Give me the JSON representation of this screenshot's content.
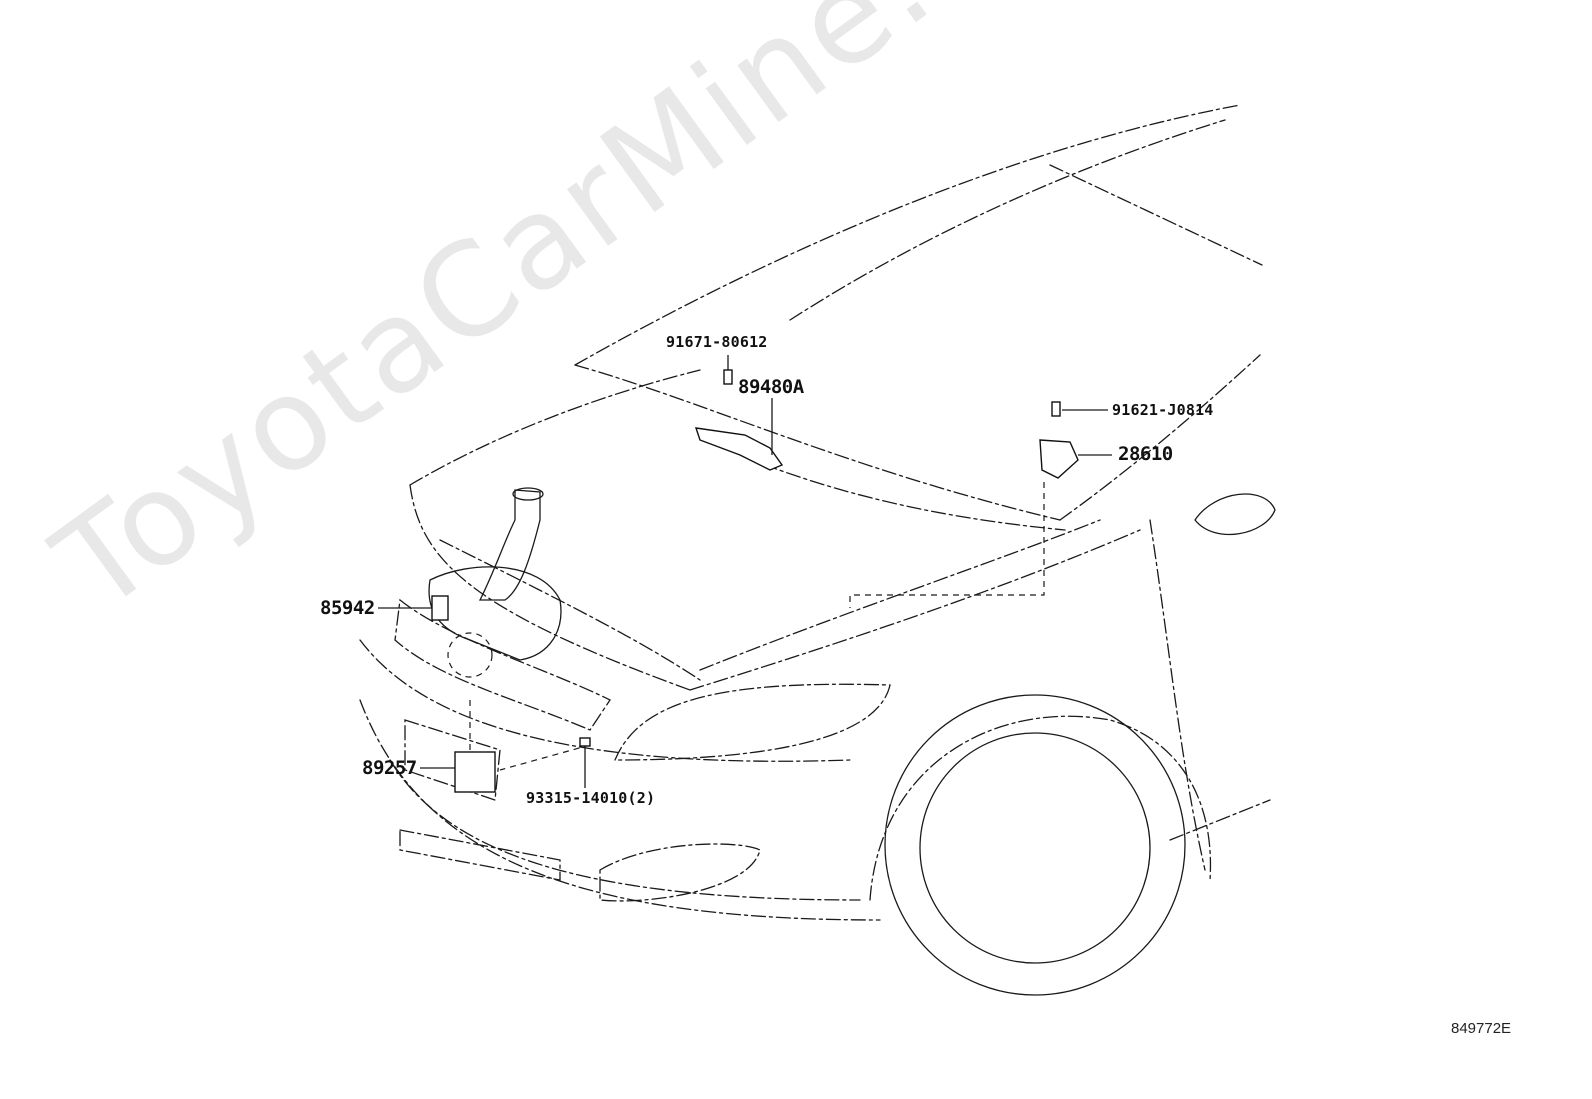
{
  "watermark": "ToyotaCarMine.ru",
  "diagram_code": "849772E",
  "parts": [
    {
      "id": "91671-80612"
    },
    {
      "id": "89480A"
    },
    {
      "id": "91621-J0814"
    },
    {
      "id": "28610"
    },
    {
      "id": "85942"
    },
    {
      "id": "89257"
    },
    {
      "id": "93315-14010(2)"
    }
  ]
}
